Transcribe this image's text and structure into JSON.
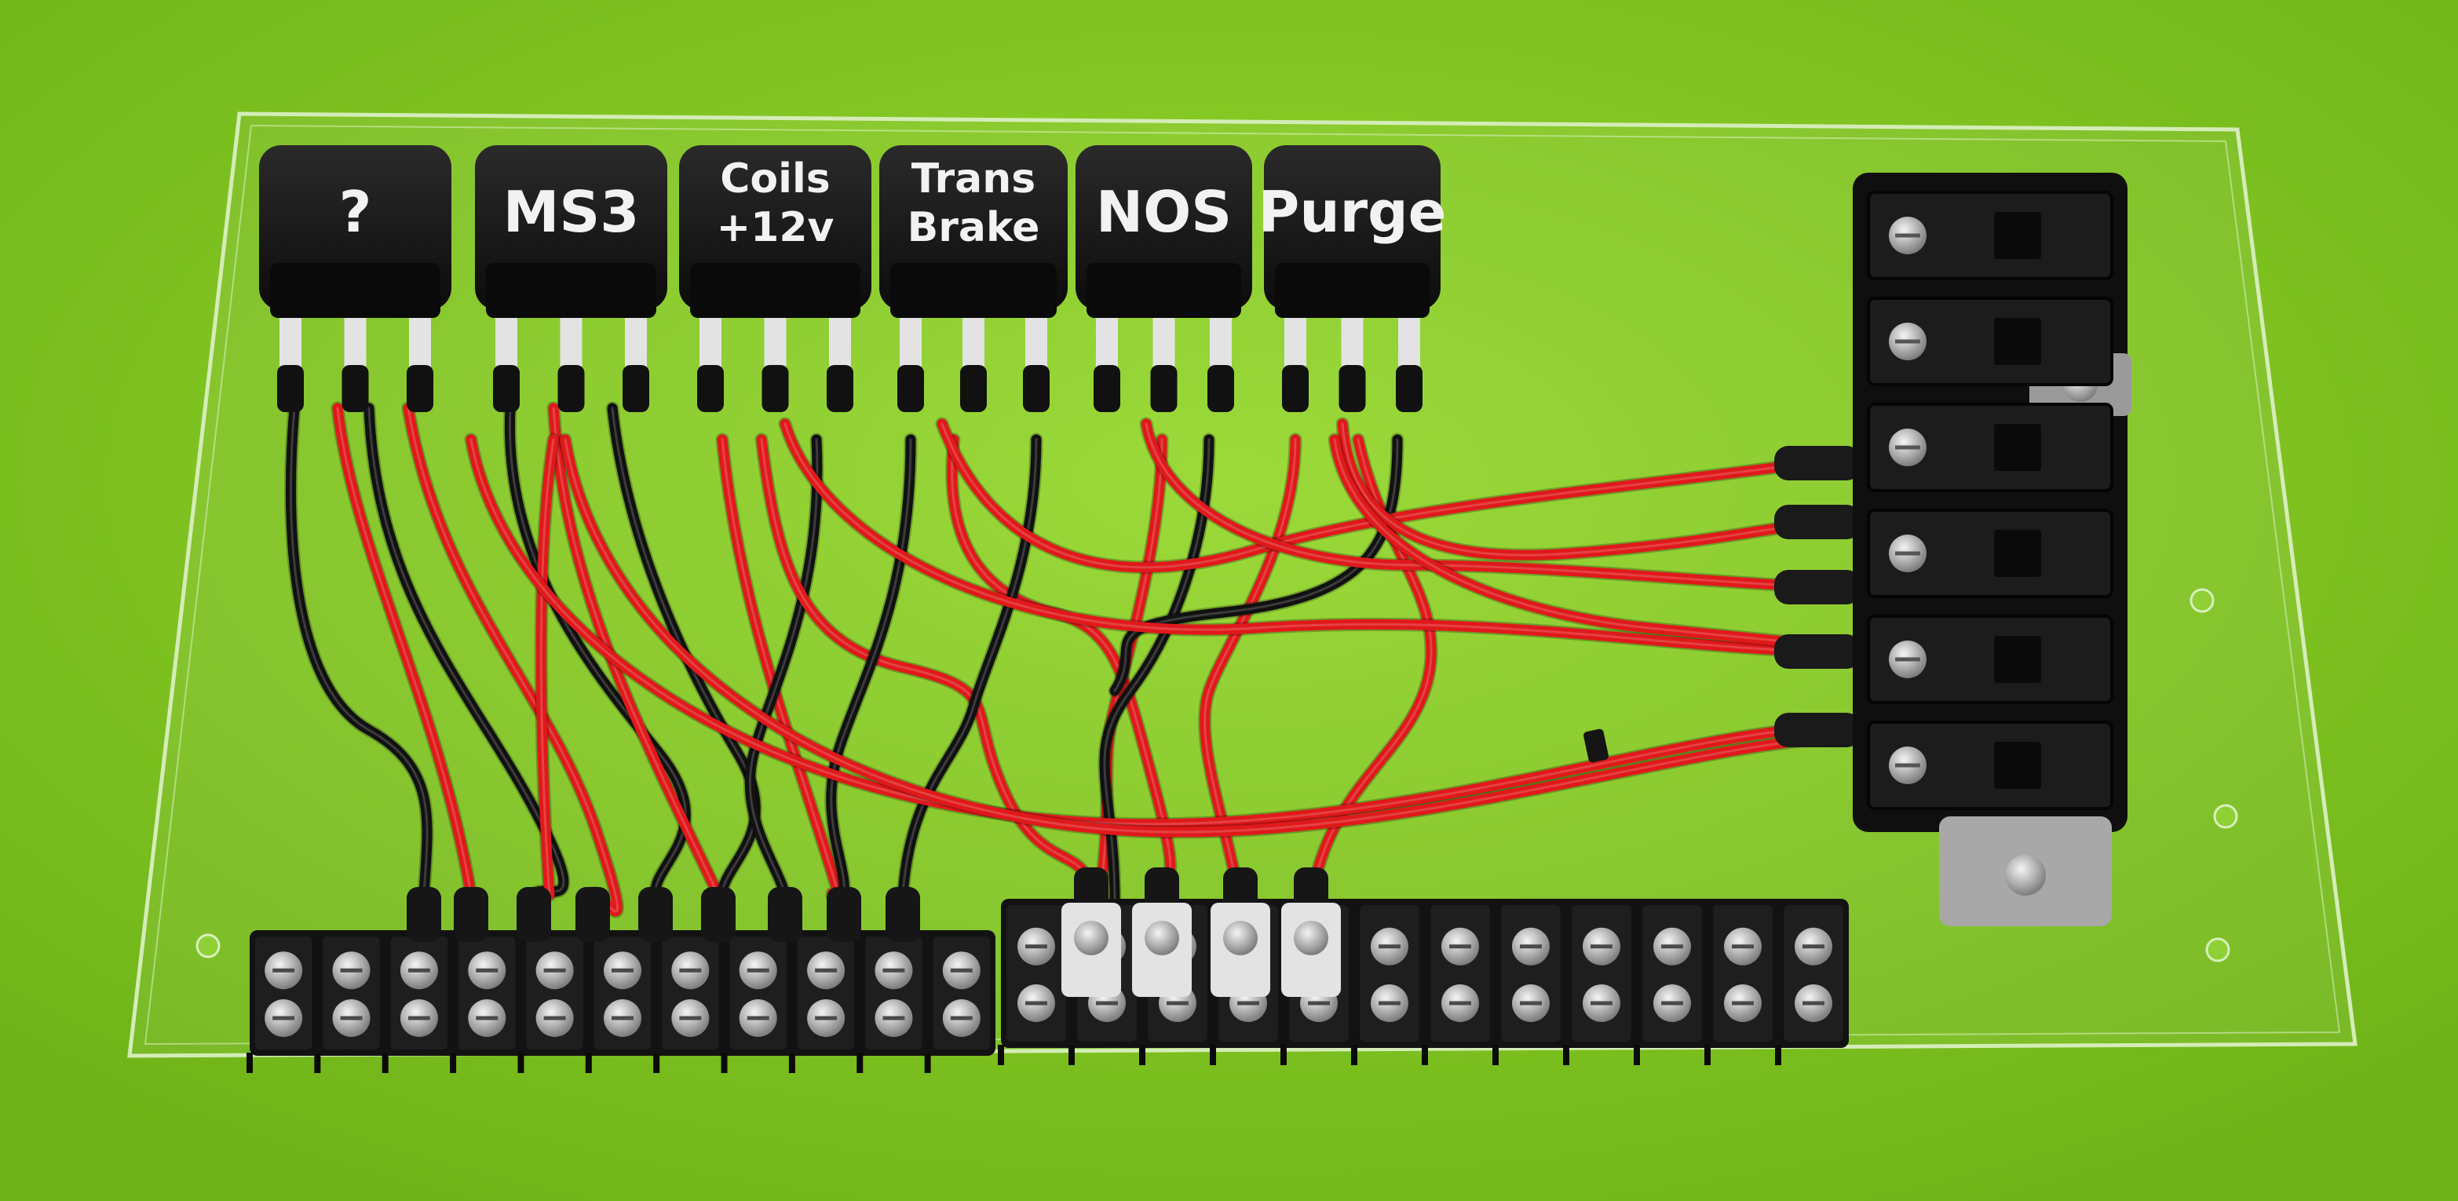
{
  "scene": {
    "colors": {
      "felt": "#7cc21e",
      "felt_light": "#95d62c",
      "acrylic_edge": "#cfe8b0",
      "relay_body": "#141414",
      "relay_text": "#f2f2f2",
      "wire_red": "#e0191b",
      "wire_black": "#111111",
      "terminal_black": "#121212",
      "screw_metal": "#c9c9c9",
      "lug_metal": "#e3e3e3",
      "fuse_block": "#0f0f0f"
    },
    "relays": [
      {
        "id": "r1",
        "label_lines": [
          "?"
        ],
        "icon": "relay-icon"
      },
      {
        "id": "r2",
        "label_lines": [
          "MS3"
        ],
        "icon": "relay-icon"
      },
      {
        "id": "r3",
        "label_lines": [
          "Coils",
          "+12v"
        ],
        "icon": "relay-icon"
      },
      {
        "id": "r4",
        "label_lines": [
          "Trans",
          "Brake"
        ],
        "icon": "relay-icon"
      },
      {
        "id": "r5",
        "label_lines": [
          "NOS"
        ],
        "icon": "relay-icon"
      },
      {
        "id": "r6",
        "label_lines": [
          "Purge"
        ],
        "icon": "relay-icon"
      }
    ],
    "terminal_strips": [
      {
        "id": "left-strip",
        "positions": 11
      },
      {
        "id": "right-strip",
        "positions": 12
      }
    ],
    "fuse_block": {
      "id": "fuse-block",
      "slots": 6
    }
  }
}
